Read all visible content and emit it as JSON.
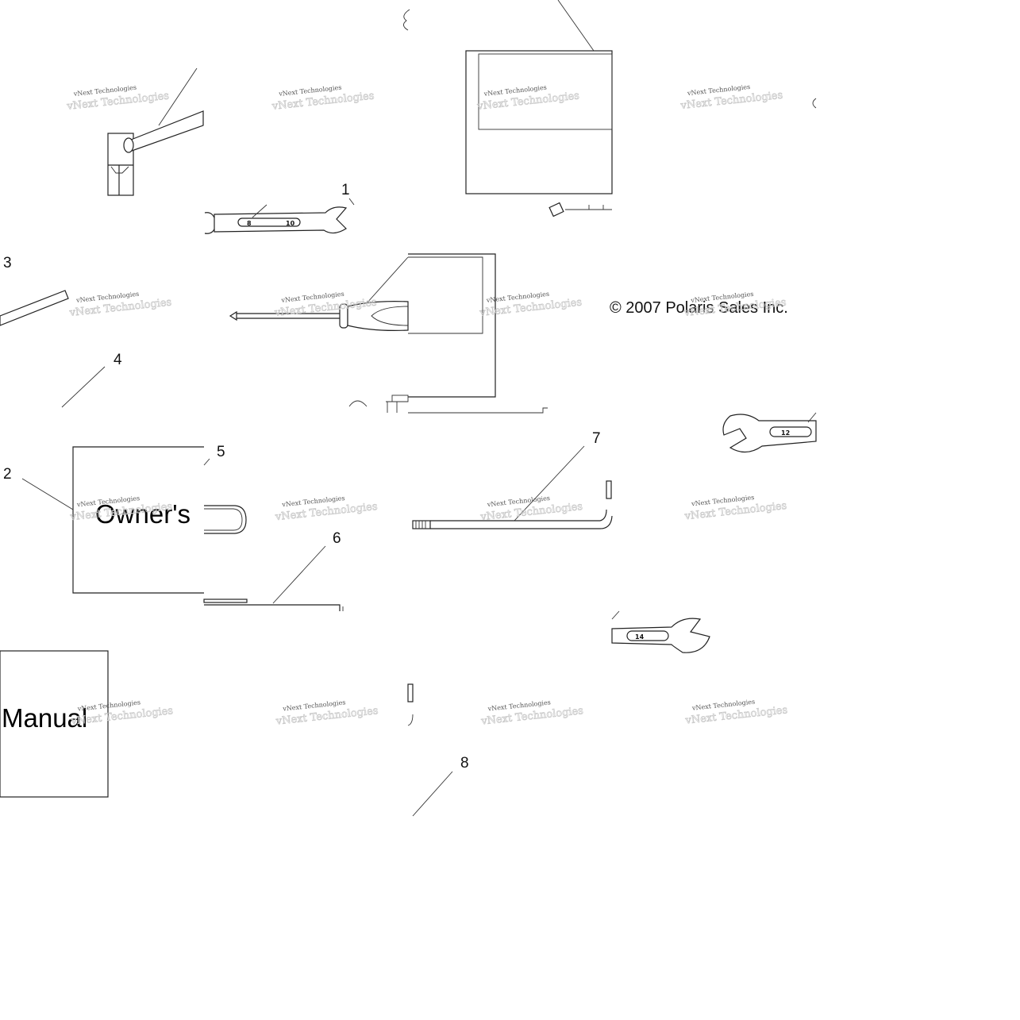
{
  "callouts": [
    "1",
    "2",
    "3",
    "4",
    "5",
    "6",
    "7",
    "8"
  ],
  "manual": {
    "line1": "Owner's",
    "line2": "Manual"
  },
  "copyright": "© 2007 Polaris Sales Inc.",
  "wrench_sizes": {
    "small_left": "8",
    "small_right": "10",
    "medium": "12",
    "large": "14"
  },
  "watermark": "vNext Technologies"
}
